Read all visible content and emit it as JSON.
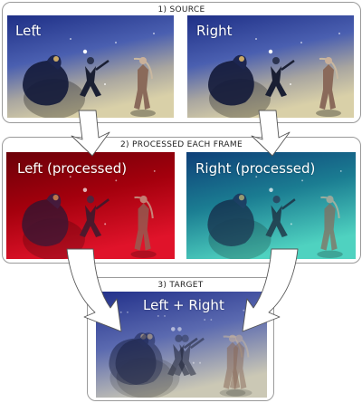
{
  "sections": {
    "source": {
      "title": "1) SOURCE"
    },
    "processed": {
      "title": "2) PROCESSED EACH FRAME"
    },
    "target": {
      "title": "3) TARGET"
    }
  },
  "frames": {
    "source_left": {
      "label": "Left"
    },
    "source_right": {
      "label": "Right"
    },
    "processed_left": {
      "label": "Left (processed)"
    },
    "processed_right": {
      "label": "Right (processed)"
    },
    "target": {
      "label": "Left + Right"
    }
  },
  "colors": {
    "source_sky": "#2b3c8c",
    "source_ground": "#c9c3a6",
    "red_channel": "#b00010",
    "cyan_channel": "#1a9aa0"
  }
}
